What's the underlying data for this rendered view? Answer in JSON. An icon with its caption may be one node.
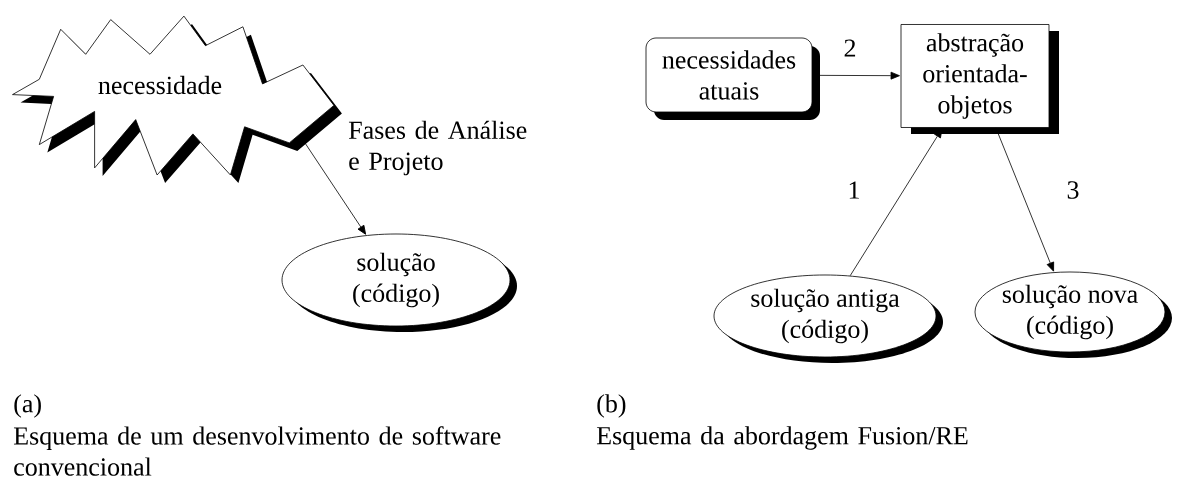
{
  "diagram": {
    "nodes": [
      {
        "text": [
          "necessidade"
        ]
      },
      {
        "text": [
          "solução (código)"
        ]
      },
      {
        "text": [
          "necessidades atuais"
        ]
      },
      {
        "text": [
          "abstração orientada-objetos"
        ]
      },
      {
        "text": [
          "solução antiga (código)"
        ]
      },
      {
        "text": [
          "solução nova (código)"
        ]
      }
    ],
    "edges": [
      {
        "from": 0,
        "to": 1,
        "arrow": "to",
        "label": "Fases de Análise e Projeto"
      },
      {
        "from": 2,
        "to": 3,
        "arrow": "to",
        "label": "2"
      },
      {
        "from": 4,
        "to": 3,
        "arrow": "to",
        "label": "1"
      },
      {
        "from": 3,
        "to": 5,
        "arrow": "to",
        "label": "3"
      }
    ],
    "labels": [
      "(a)",
      "(b)",
      "Esquema de um desenvolvimento de software convencional",
      "Esquema da abordagem Fusion/RE"
    ]
  }
}
